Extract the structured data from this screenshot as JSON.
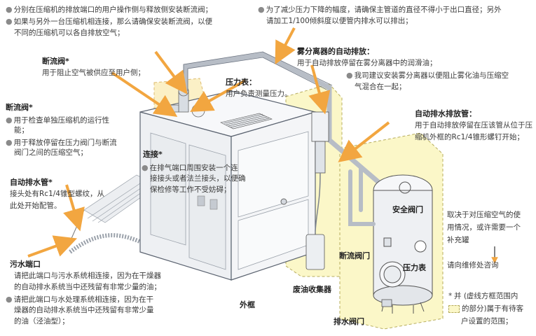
{
  "colors": {
    "arrow": "#f2a640",
    "dashed_zone": "#fbf7c8",
    "dashed_border": "#b7ad5e",
    "machine_body": "#f4f5f7",
    "machine_edge": "#5b6370",
    "pipe": "#c9ced6",
    "tank": "#e9ecf0"
  },
  "notes": {
    "top_left_1": "分别在压缩机的排放端口的用户操作侧与释放侧安装断流阀；",
    "top_left_2": "如果与另外一台压缩机相连接，那么请确保安装断流阀，以便",
    "top_left_3": "不同的压缩机可以各自排放空气；",
    "top_right_1": "为了减少压力下降的幅度，请确保主管道的直径不得小于出口直径；另外",
    "top_right_2": "请加工1/100倾斜度以便管内排水可以排出；"
  },
  "labels": {
    "shutoff_top_title": "断流阀*",
    "shutoff_top_desc": "用于阻止空气被供应至用户侧；",
    "shutoff_left_title": "断流阀*",
    "shutoff_left_1a": "用于检查单独压缩机的运行性",
    "shutoff_left_1b": "能；",
    "shutoff_left_2a": "用于释放停留在压力阀门与断流",
    "shutoff_left_2b": "阀门之间的压缩空气；",
    "auto_drain_title": "自动排水管*",
    "auto_drain_1": "接头处有Rc1/4锥型螺纹，从",
    "auto_drain_2": "此处开始配管。",
    "sewage_title": "污水端口",
    "sewage_1a": "请把此端口与污水系统相连接，因为在干燥器",
    "sewage_1b": "的自动排水系统当中还残留有非常少量的油；",
    "sewage_2a": "请把此端口与水处理系统相连接，因为在干",
    "sewage_2b": "燥器的自动排水系统当中还残留有非常少量",
    "sewage_2c": "的油（泾油型）；",
    "frame": "外框",
    "connect_title": "连接*",
    "connect_1": "在排气端口周围安装一个连",
    "connect_2": "接接头或者法兰接头，以便确",
    "connect_3": "保检修等工作不受妨碍；",
    "gauge_title": "压力表：",
    "gauge_desc": "用户负责测量压力。",
    "mist_title": "雾分离器的自动排放：",
    "mist_1": "用于自动排放停留在雾分离器中的润滑油；",
    "mist_2a": "我司建议安装雾分离器以便阻止雾化油与压缩空",
    "mist_2b": "气混合在一起；",
    "drain_pipe_title": "自动排水排放管：",
    "drain_pipe_1": "用于自动排放停留在压",
    "drain_pipe_2": "缩机外框的Rc1/4锥形螺钉开始；",
    "safety_valve": "安全阀门",
    "shutoff_valve": "断流阀门",
    "pressure_gauge": "压力表",
    "waste_oil": "废油收集器",
    "drain_valve": "排水阀门",
    "right_1": "取决于对压缩空气的使",
    "right_2": "用情况，或许需要一个",
    "right_3": "补充罐",
    "right_consult": "请向维修处咨询",
    "legend_star": "*",
    "legend_1": "并 (虚线方框范围内",
    "legend_2": "的部分)属于有待客",
    "legend_3": "户设置的范围；",
    "drain_spec": "该管从位于压"
  }
}
